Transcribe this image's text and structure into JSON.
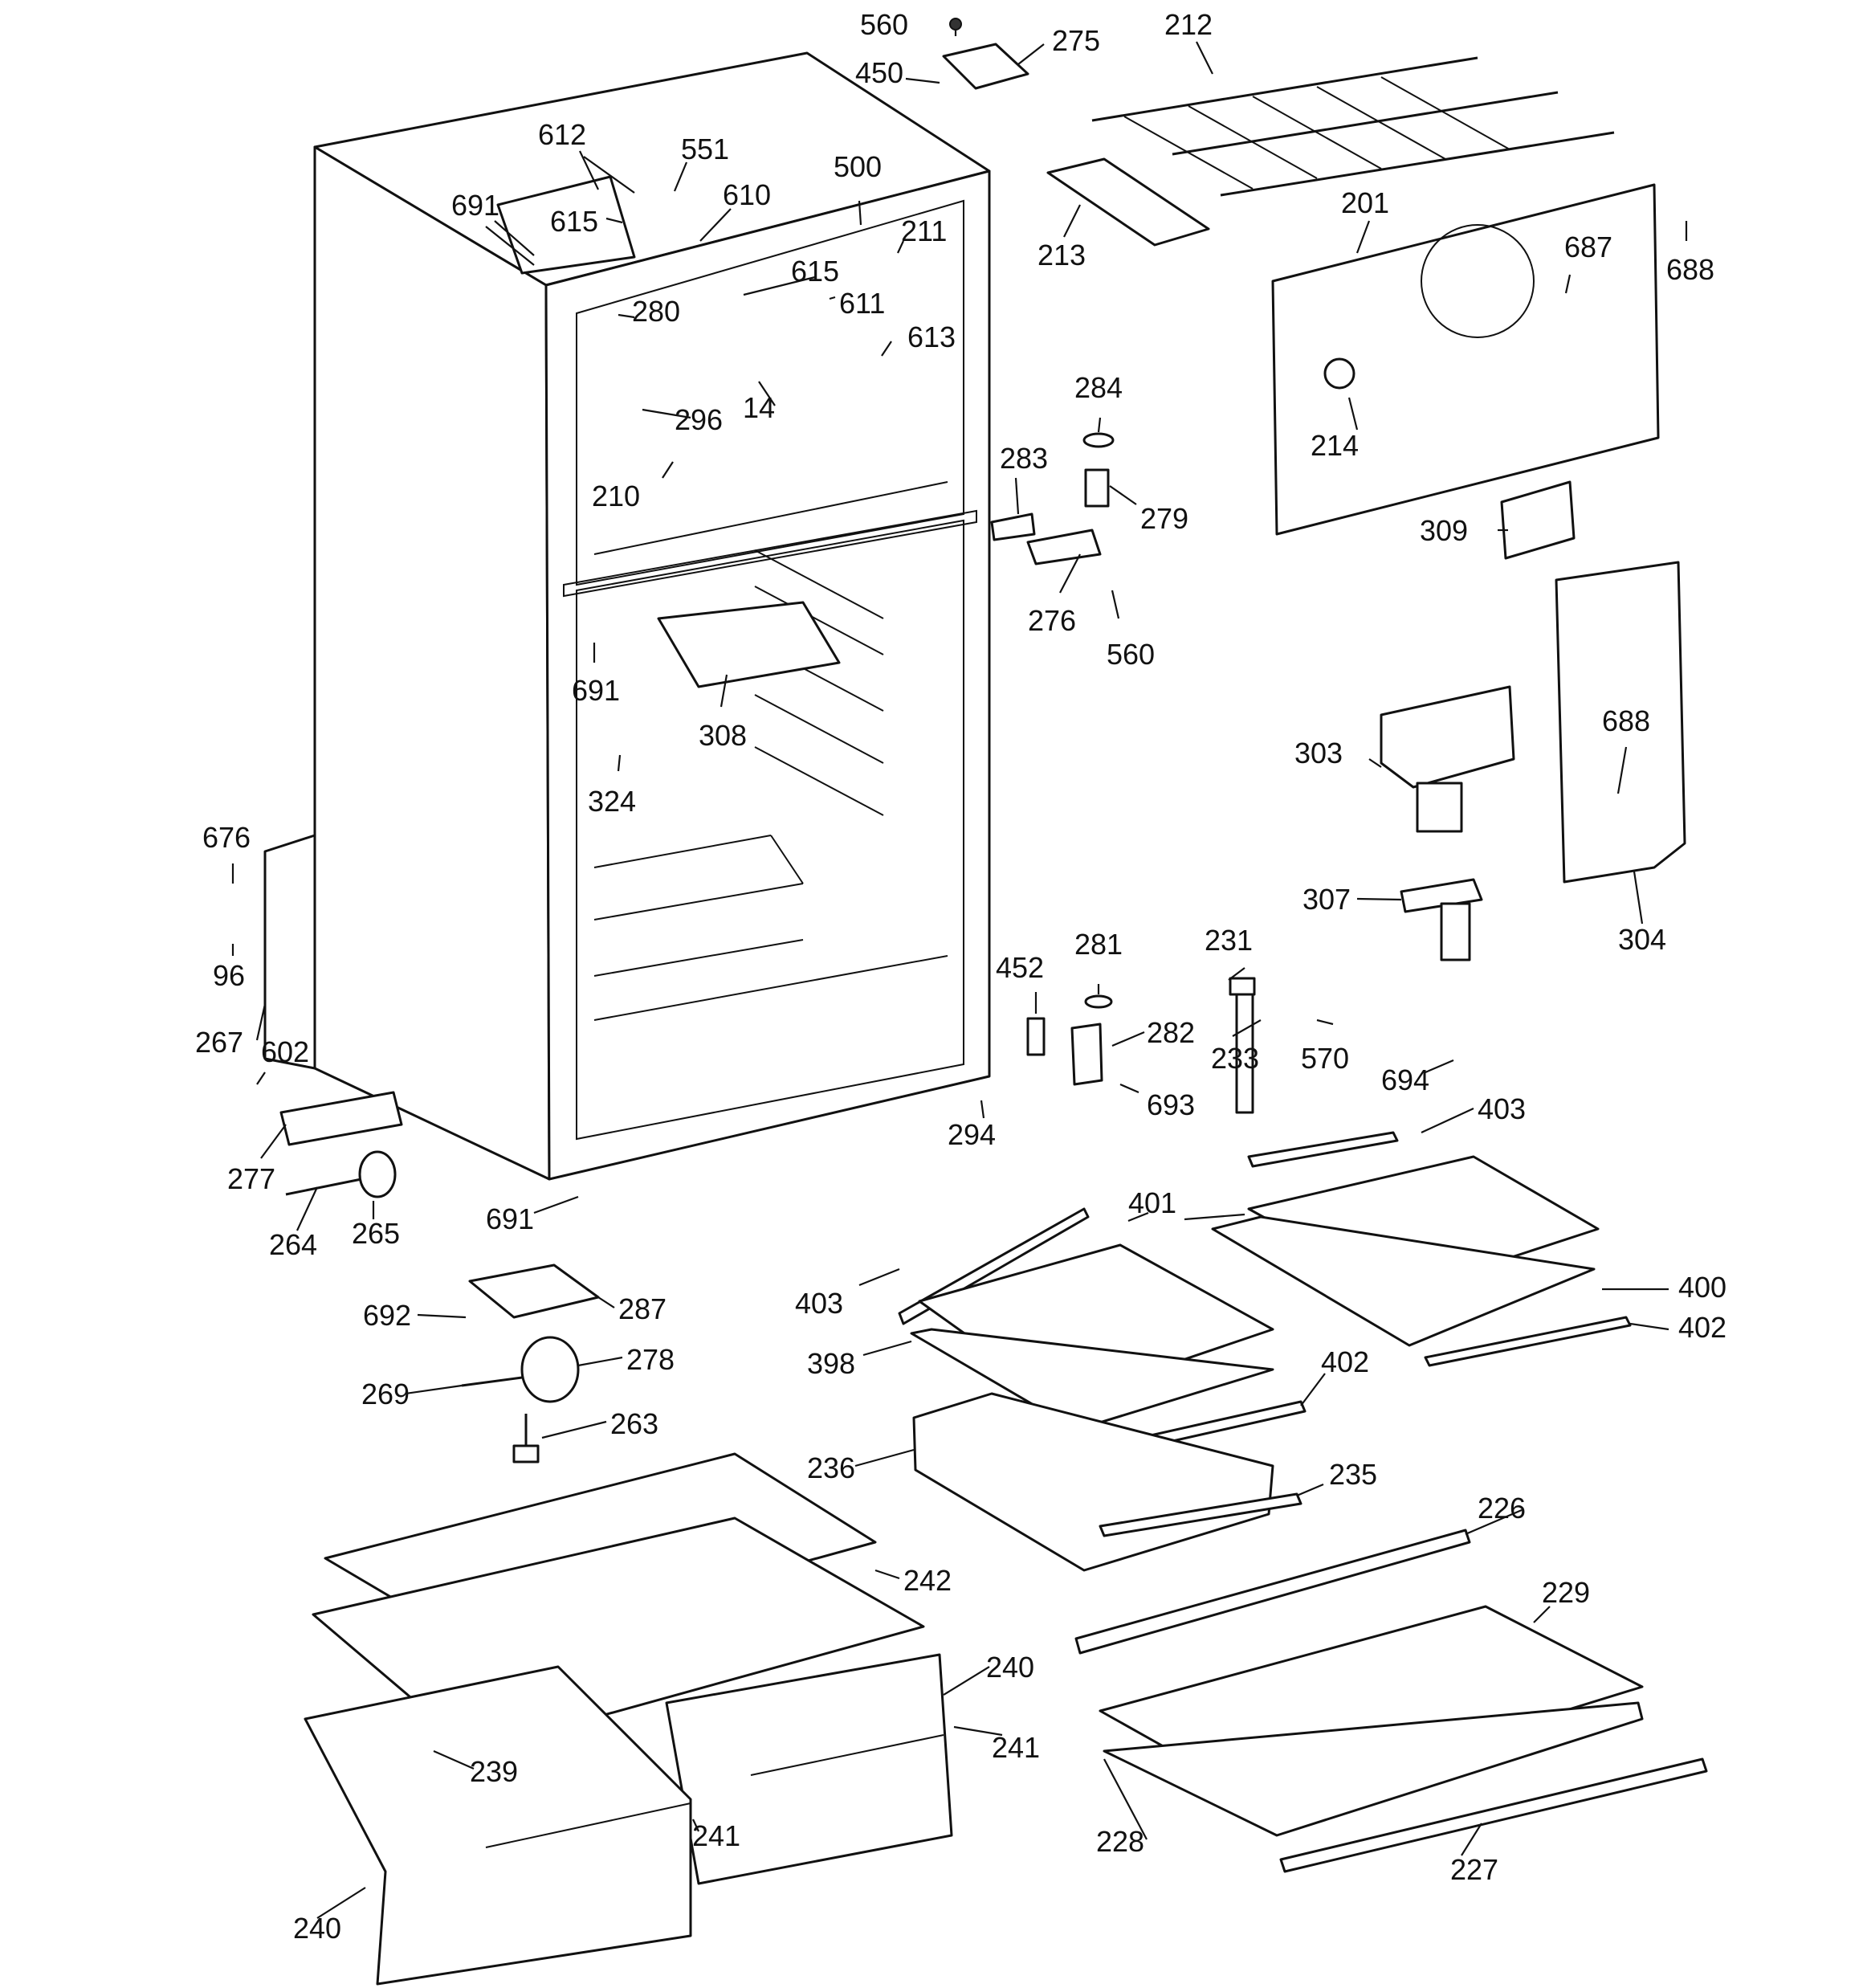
{
  "labels": {
    "l560a": "560",
    "l275": "275",
    "l450": "450",
    "l212": "212",
    "l612": "612",
    "l551": "551",
    "l500": "500",
    "l691a": "691",
    "l610": "610",
    "l615a": "615",
    "l211": "211",
    "l201": "201",
    "l688a": "688",
    "l213": "213",
    "l687": "687",
    "l615b": "615",
    "l280": "280",
    "l611": "611",
    "l613": "613",
    "l284": "284",
    "l214": "214",
    "l296": "296",
    "l14": "14",
    "l210": "210",
    "l283": "283",
    "l279": "279",
    "l309": "309",
    "l276": "276",
    "l560b": "560",
    "l691b": "691",
    "l308": "308",
    "l303": "303",
    "l688b": "688",
    "l324": "324",
    "l676": "676",
    "l96": "96",
    "l307": "307",
    "l304": "304",
    "l452": "452",
    "l281": "281",
    "l231": "231",
    "l282": "282",
    "l233": "233",
    "l570": "570",
    "l267": "267",
    "l602": "602",
    "l694": "694",
    "l693": "693",
    "l403a": "403",
    "l294": "294",
    "l277": "277",
    "l691c": "691",
    "l264": "264",
    "l265": "265",
    "l401": "401",
    "l400": "400",
    "l403b": "403",
    "l402a": "402",
    "l692": "692",
    "l287": "287",
    "l398": "398",
    "l402b": "402",
    "l269": "269",
    "l278": "278",
    "l263": "263",
    "l236": "236",
    "l235": "235",
    "l226": "226",
    "l242": "242",
    "l229": "229",
    "l240a": "240",
    "l241a": "241",
    "l239": "239",
    "l241b": "241",
    "l228": "228",
    "l227": "227",
    "l240b": "240"
  }
}
